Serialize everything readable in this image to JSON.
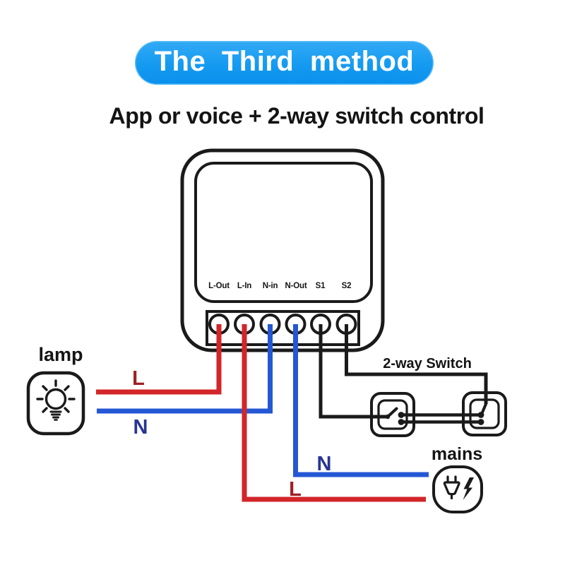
{
  "title_banner": {
    "text": "The Third method"
  },
  "subtitle": {
    "text": "App or voice + 2-way switch control"
  },
  "device": {
    "description": "mini smart switch module",
    "terminals": [
      {
        "label": "L-Out",
        "wire": "live"
      },
      {
        "label": "L-In",
        "wire": "live"
      },
      {
        "label": "N-in",
        "wire": "neutral"
      },
      {
        "label": "N-Out",
        "wire": "neutral"
      },
      {
        "label": "S1",
        "wire": "switch"
      },
      {
        "label": "S2",
        "wire": "switch"
      }
    ]
  },
  "lamp": {
    "label": "lamp",
    "icon": "lightbulb-icon",
    "wire_labels": {
      "live": "L",
      "neutral": "N"
    }
  },
  "mains": {
    "label": "mains",
    "icon": "power-plug-icon",
    "wire_labels": {
      "live": "L",
      "neutral": "N"
    }
  },
  "two_way_switch": {
    "label": "2-way Switch",
    "switch_count": 2
  },
  "colors": {
    "banner_bg": "#149af1",
    "banner_text": "#ffffff",
    "live_wire": "#d22629",
    "neutral_wire": "#2457d4",
    "live_label": "#9e2024",
    "neutral_label": "#283593",
    "line_black": "#1a1a1a",
    "text_black": "#141414"
  }
}
